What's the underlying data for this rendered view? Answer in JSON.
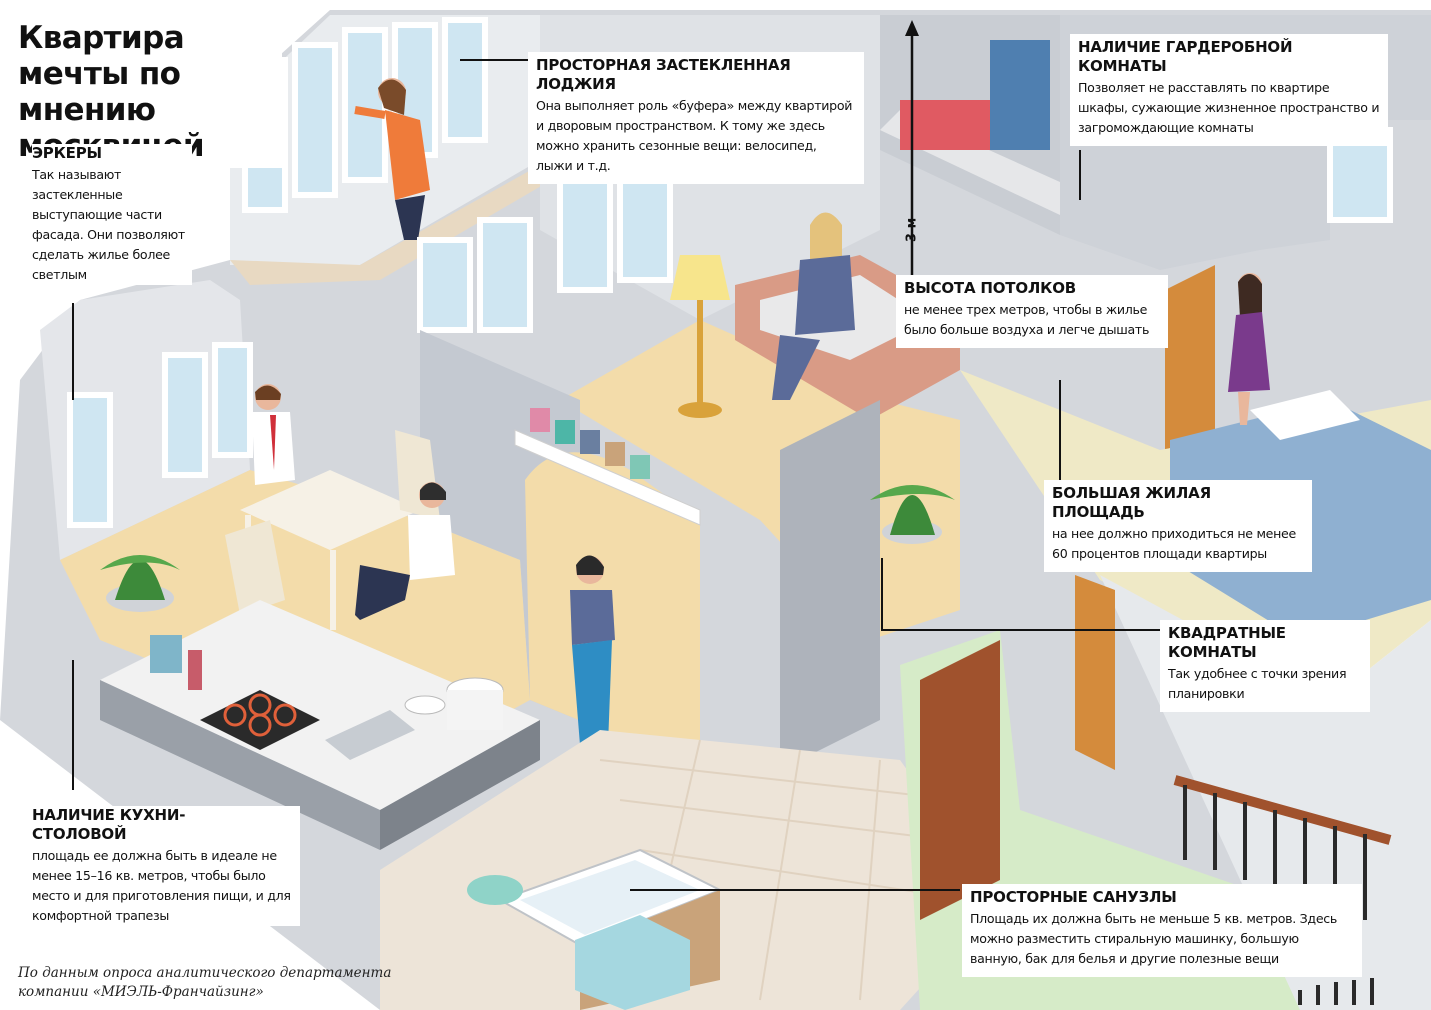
{
  "title": "Квартира мечты по мнению москвичей",
  "source": "По данным опроса аналитического департамента компании «МИЭЛЬ-Франчайзинг»",
  "height_marker": "3 м",
  "callouts": {
    "erkery": {
      "heading": "ЭРКЕРЫ",
      "text": "Так называют застекленные выступающие части фасада. Они позволяют сделать жилье более светлым"
    },
    "lodzhia": {
      "heading": "ПРОСТОРНАЯ ЗАСТЕКЛЕННАЯ ЛОДЖИЯ",
      "text": "Она выполняет роль «буфера» между квартирой и дворовым пространством. К тому же здесь можно хранить сезонные вещи: велосипед, лыжи и т.д."
    },
    "garderob": {
      "heading": "НАЛИЧИЕ ГАРДЕРОБНОЙ КОМНАТЫ",
      "text": "Позволяет не расставлять по квартире шкафы, сужающие жизненное пространство и загромождающие комнаты"
    },
    "potolki": {
      "heading": "ВЫСОТА ПОТОЛКОВ",
      "text": "не менее трех метров, чтобы в жилье было больше воздуха и легче дышать"
    },
    "ploshchad": {
      "heading": "БОЛЬШАЯ ЖИЛАЯ ПЛОЩАДЬ",
      "text": "на нее должно приходиться не менее 60 процентов площади квартиры"
    },
    "kvadratnye": {
      "heading": "КВАДРАТНЫЕ КОМНАТЫ",
      "text": "Так удобнее с точки зрения планировки"
    },
    "kukhnya": {
      "heading": "НАЛИЧИЕ КУХНИ-СТОЛОВОЙ",
      "text": "площадь ее должна быть в идеале не менее 15–16 кв. метров, чтобы было место и для приготовления пищи, и для комфортной трапезы"
    },
    "sanuzly": {
      "heading": "ПРОСТОРНЫЕ САНУЗЛЫ",
      "text": "Площадь их должна быть не меньше 5 кв. метров. Здесь можно разместить стиральную машинку, большую ванную, бак для белья и другие полезные вещи"
    }
  },
  "colors": {
    "floor": "#f3dcaa",
    "wall": "#d4d7dc",
    "wall_dark": "#aeb3bb",
    "window": "#cfe6f2",
    "window_frame": "#ffffff",
    "tile": "#ede4d8",
    "tile_accent": "#d9c7b0",
    "door": "#a0522d",
    "bedroom_wall": "#f1efcf",
    "green_wall": "#dfeed2",
    "bed": "#8fb0d1",
    "leader": "#111111"
  }
}
